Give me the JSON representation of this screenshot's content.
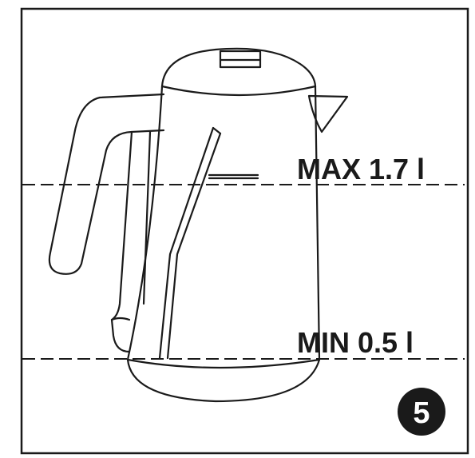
{
  "figure": {
    "max_label": "MAX 1.7 l",
    "min_label": "MIN 0.5 l",
    "step_number": "5"
  }
}
